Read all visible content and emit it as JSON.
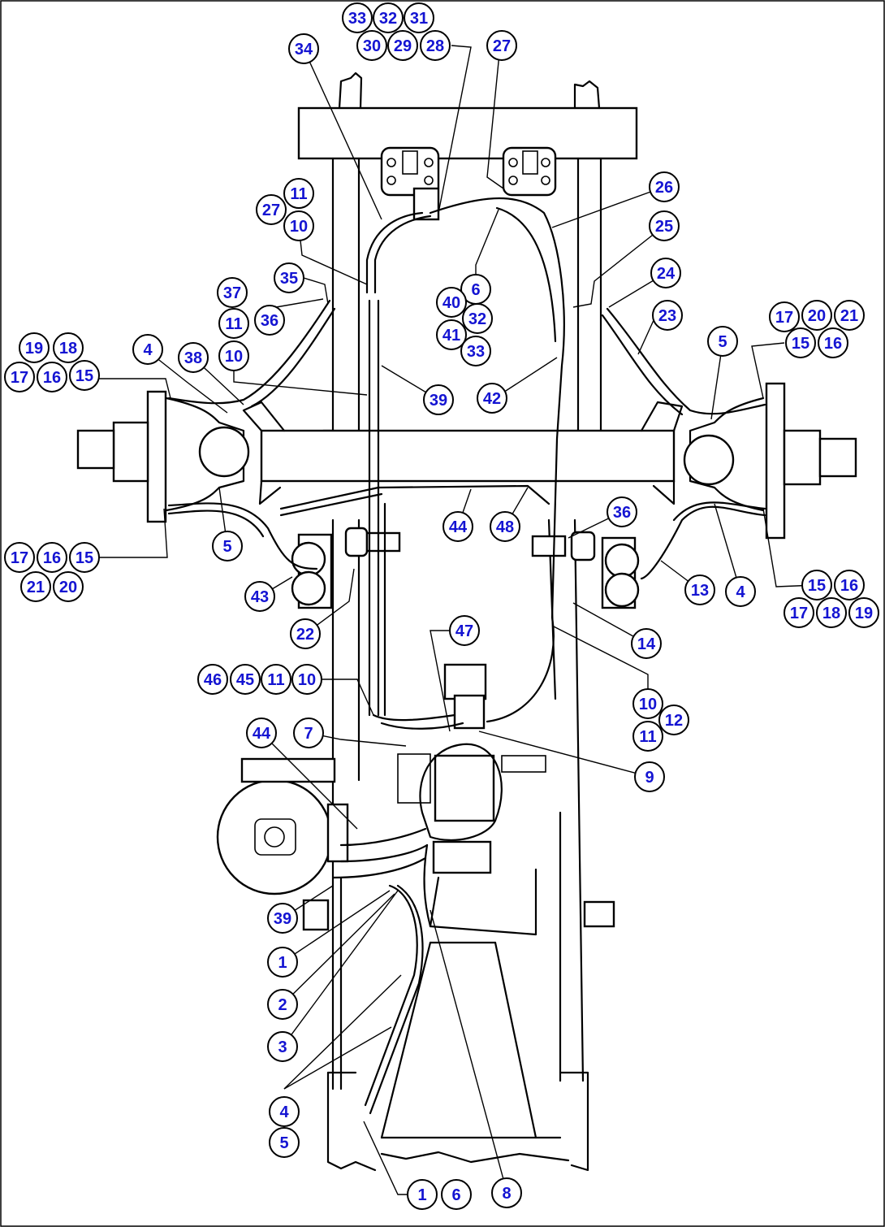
{
  "callouts": [
    {
      "id": "c1",
      "label": "33"
    },
    {
      "id": "c2",
      "label": "32"
    },
    {
      "id": "c3",
      "label": "31"
    },
    {
      "id": "c4",
      "label": "30"
    },
    {
      "id": "c5",
      "label": "29"
    },
    {
      "id": "c6",
      "label": "28"
    },
    {
      "id": "c7",
      "label": "27"
    },
    {
      "id": "c8",
      "label": "34"
    },
    {
      "id": "c9",
      "label": "26"
    },
    {
      "id": "c10",
      "label": "11"
    },
    {
      "id": "c11",
      "label": "27"
    },
    {
      "id": "c12",
      "label": "10"
    },
    {
      "id": "c13",
      "label": "25"
    },
    {
      "id": "c14",
      "label": "35"
    },
    {
      "id": "c15",
      "label": "37"
    },
    {
      "id": "c16",
      "label": "36"
    },
    {
      "id": "c17",
      "label": "6"
    },
    {
      "id": "c18",
      "label": "40"
    },
    {
      "id": "c19",
      "label": "32"
    },
    {
      "id": "c20",
      "label": "24"
    },
    {
      "id": "c21",
      "label": "11"
    },
    {
      "id": "c22",
      "label": "23"
    },
    {
      "id": "c23",
      "label": "17"
    },
    {
      "id": "c24",
      "label": "20"
    },
    {
      "id": "c25",
      "label": "21"
    },
    {
      "id": "c26",
      "label": "41"
    },
    {
      "id": "c27",
      "label": "33"
    },
    {
      "id": "c28",
      "label": "5"
    },
    {
      "id": "c29",
      "label": "15"
    },
    {
      "id": "c30",
      "label": "16"
    },
    {
      "id": "c31",
      "label": "19"
    },
    {
      "id": "c32",
      "label": "18"
    },
    {
      "id": "c33",
      "label": "4"
    },
    {
      "id": "c34",
      "label": "38"
    },
    {
      "id": "c35",
      "label": "10"
    },
    {
      "id": "c36",
      "label": "17"
    },
    {
      "id": "c37",
      "label": "16"
    },
    {
      "id": "c38",
      "label": "15"
    },
    {
      "id": "c39",
      "label": "39"
    },
    {
      "id": "c40",
      "label": "42"
    },
    {
      "id": "c41",
      "label": "36"
    },
    {
      "id": "c42",
      "label": "44"
    },
    {
      "id": "c43",
      "label": "48"
    },
    {
      "id": "c44",
      "label": "5"
    },
    {
      "id": "c45",
      "label": "17"
    },
    {
      "id": "c46",
      "label": "16"
    },
    {
      "id": "c47",
      "label": "15"
    },
    {
      "id": "c48",
      "label": "21"
    },
    {
      "id": "c49",
      "label": "20"
    },
    {
      "id": "c50",
      "label": "15"
    },
    {
      "id": "c51",
      "label": "16"
    },
    {
      "id": "c52",
      "label": "43"
    },
    {
      "id": "c53",
      "label": "13"
    },
    {
      "id": "c54",
      "label": "4"
    },
    {
      "id": "c55",
      "label": "17"
    },
    {
      "id": "c56",
      "label": "18"
    },
    {
      "id": "c57",
      "label": "19"
    },
    {
      "id": "c58",
      "label": "22"
    },
    {
      "id": "c59",
      "label": "47"
    },
    {
      "id": "c60",
      "label": "14"
    },
    {
      "id": "c61",
      "label": "46"
    },
    {
      "id": "c62",
      "label": "45"
    },
    {
      "id": "c63",
      "label": "11"
    },
    {
      "id": "c64",
      "label": "10"
    },
    {
      "id": "c65",
      "label": "10"
    },
    {
      "id": "c66",
      "label": "12"
    },
    {
      "id": "c67",
      "label": "11"
    },
    {
      "id": "c68",
      "label": "44"
    },
    {
      "id": "c69",
      "label": "7"
    },
    {
      "id": "c70",
      "label": "9"
    },
    {
      "id": "c71",
      "label": "39"
    },
    {
      "id": "c72",
      "label": "1"
    },
    {
      "id": "c73",
      "label": "2"
    },
    {
      "id": "c74",
      "label": "3"
    },
    {
      "id": "c75",
      "label": "4"
    },
    {
      "id": "c76",
      "label": "5"
    },
    {
      "id": "c77",
      "label": "1"
    },
    {
      "id": "c78",
      "label": "6"
    },
    {
      "id": "c79",
      "label": "8"
    }
  ]
}
